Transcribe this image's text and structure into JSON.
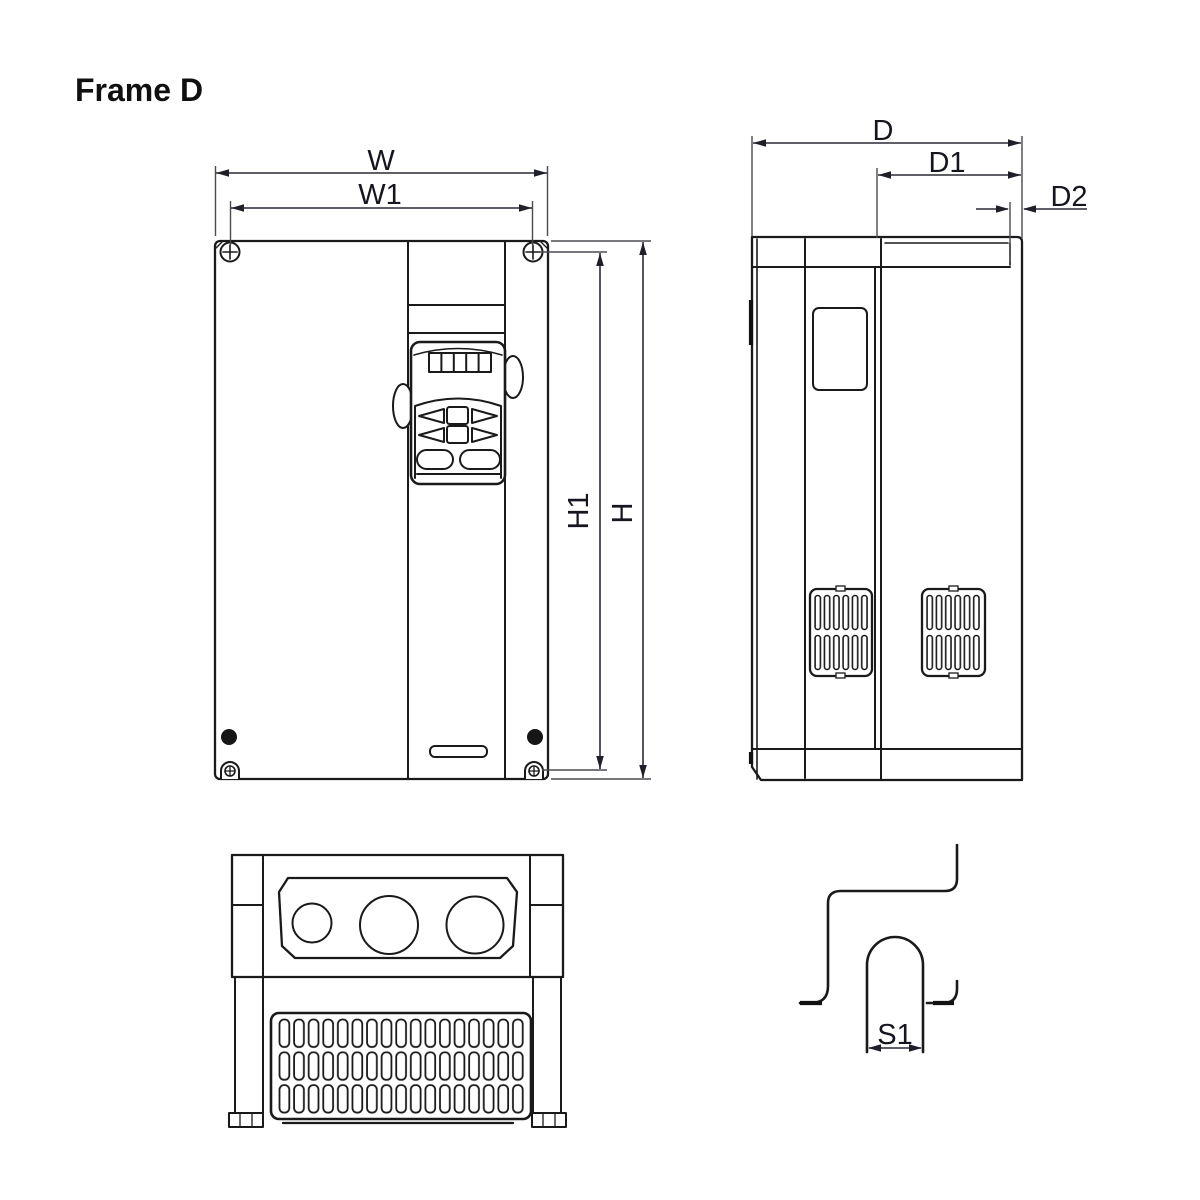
{
  "title": "Frame D",
  "drawing": {
    "front_view": {
      "dim_width": "W",
      "dim_width_mount": "W1",
      "dim_height_mount": "H1",
      "dim_height": "H"
    },
    "side_view": {
      "dim_depth": "D",
      "dim_depth_body": "D1",
      "dim_depth_lip": "D2"
    },
    "bracket_detail": {
      "dim_slot_width": "S1"
    }
  },
  "colors": {
    "line": "#1a1a1a",
    "dimension_text": "#15151f",
    "background": "#ffffff"
  }
}
